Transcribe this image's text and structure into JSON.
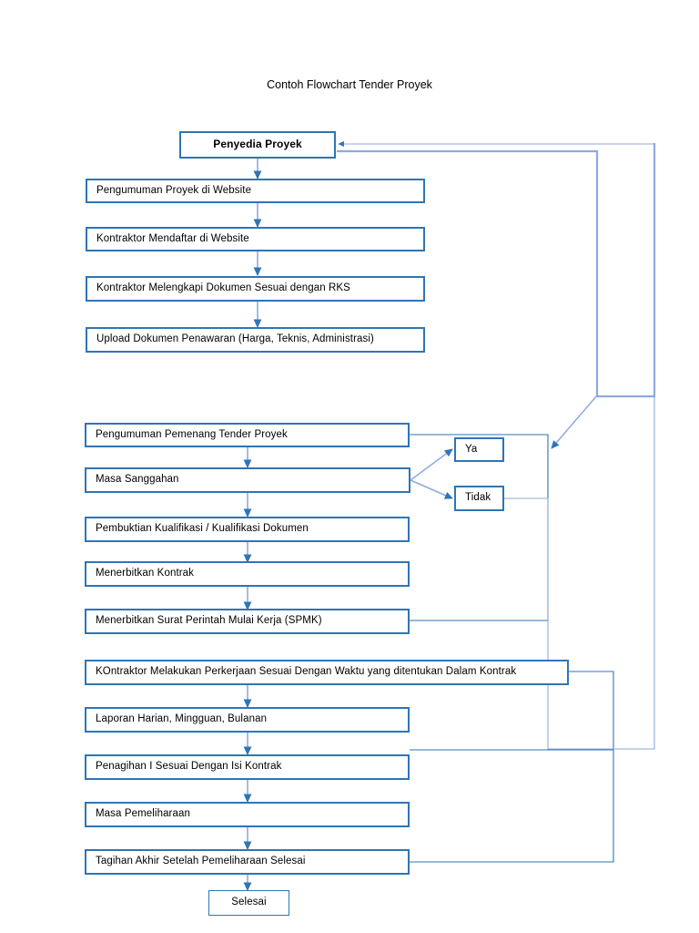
{
  "title": "Contoh Flowchart Tender Proyek",
  "colors": {
    "box_border": "#2E75B6",
    "connector_light": "#8FAADC",
    "connector_dark": "#2E75B6",
    "text": "#000000",
    "background": "#FFFFFF"
  },
  "nodes": {
    "start": {
      "label": "Penyedia Proyek"
    },
    "stage1": [
      {
        "label": "Pengumuman Proyek di Website"
      },
      {
        "label": "Kontraktor Mendaftar di Website"
      },
      {
        "label": "Kontraktor Melengkapi Dokumen Sesuai dengan RKS"
      },
      {
        "label": "Upload Dokumen Penawaran (Harga, Teknis, Administrasi)"
      }
    ],
    "stage2": [
      {
        "label": "Pengumuman Pemenang Tender Proyek"
      },
      {
        "label": "Masa Sanggahan"
      },
      {
        "label": "Pembuktian Kualifikasi / Kualifikasi Dokumen"
      },
      {
        "label": "Menerbitkan Kontrak"
      },
      {
        "label": "Menerbitkan Surat Perintah Mulai Kerja (SPMK)"
      }
    ],
    "decision": [
      {
        "label": "Ya"
      },
      {
        "label": "Tidak"
      }
    ],
    "stage3": [
      {
        "label": "KOntraktor Melakukan Perkerjaan Sesuai Dengan Waktu yang ditentukan Dalam Kontrak"
      },
      {
        "label": "Laporan Harian, Mingguan, Bulanan"
      },
      {
        "label": "Penagihan I Sesuai Dengan Isi Kontrak"
      },
      {
        "label": "Masa Pemeliharaan"
      },
      {
        "label": "Tagihan Akhir Setelah Pemeliharaan Selesai"
      }
    ],
    "end": {
      "label": "Selesai"
    }
  }
}
